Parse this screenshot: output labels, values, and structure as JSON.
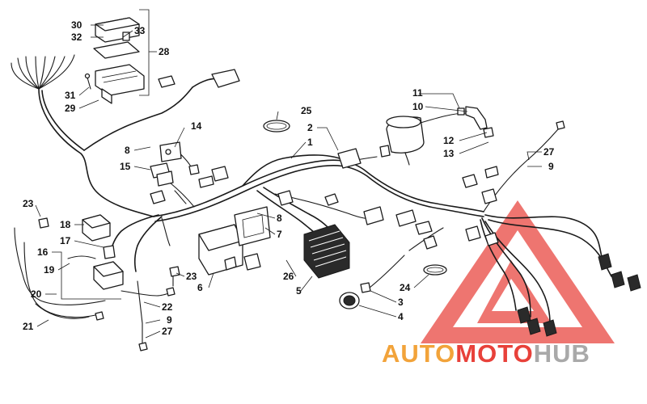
{
  "diagram": {
    "labels": [
      {
        "id": "l30",
        "text": "30"
      },
      {
        "id": "l32",
        "text": "32"
      },
      {
        "id": "l33",
        "text": "33"
      },
      {
        "id": "l28",
        "text": "28"
      },
      {
        "id": "l31",
        "text": "31"
      },
      {
        "id": "l29",
        "text": "29"
      },
      {
        "id": "l14",
        "text": "14"
      },
      {
        "id": "l8a",
        "text": "8"
      },
      {
        "id": "l15",
        "text": "15"
      },
      {
        "id": "l25",
        "text": "25"
      },
      {
        "id": "l2",
        "text": "2"
      },
      {
        "id": "l1",
        "text": "1"
      },
      {
        "id": "l11",
        "text": "11"
      },
      {
        "id": "l10",
        "text": "10"
      },
      {
        "id": "l12",
        "text": "12"
      },
      {
        "id": "l13",
        "text": "13"
      },
      {
        "id": "l27a",
        "text": "27"
      },
      {
        "id": "l9a",
        "text": "9"
      },
      {
        "id": "l23a",
        "text": "23"
      },
      {
        "id": "l18",
        "text": "18"
      },
      {
        "id": "l17",
        "text": "17"
      },
      {
        "id": "l16",
        "text": "16"
      },
      {
        "id": "l19",
        "text": "19"
      },
      {
        "id": "l20",
        "text": "20"
      },
      {
        "id": "l21",
        "text": "21"
      },
      {
        "id": "l8b",
        "text": "8"
      },
      {
        "id": "l7",
        "text": "7"
      },
      {
        "id": "l23b",
        "text": "23"
      },
      {
        "id": "l6",
        "text": "6"
      },
      {
        "id": "l22",
        "text": "22"
      },
      {
        "id": "l9b",
        "text": "9"
      },
      {
        "id": "l27b",
        "text": "27"
      },
      {
        "id": "l26",
        "text": "26"
      },
      {
        "id": "l5",
        "text": "5"
      },
      {
        "id": "l24",
        "text": "24"
      },
      {
        "id": "l3",
        "text": "3"
      },
      {
        "id": "l4",
        "text": "4"
      }
    ]
  },
  "watermark": {
    "part1": "AUTO",
    "part2": "MOTO",
    "part3": "HUB",
    "colors": {
      "red": "#e8413a",
      "orange": "#f2a33a",
      "gray": "#a9a9a9"
    }
  }
}
